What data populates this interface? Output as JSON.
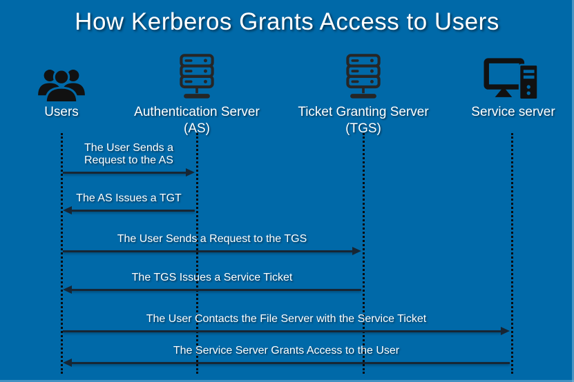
{
  "title": "How Kerberos Grants Access to Users",
  "colors": {
    "background": "#0069a8",
    "arrow": "#172634",
    "icon_black": "#111111",
    "server_icon": "#262626",
    "text": "#ffffff"
  },
  "actors": [
    {
      "label": "Users",
      "icon": "users-group-icon"
    },
    {
      "label": "Authentication Server",
      "sublabel": "(AS)",
      "icon": "server-rack-icon"
    },
    {
      "label": "Ticket Granting Server",
      "sublabel": "(TGS)",
      "icon": "server-rack-icon"
    },
    {
      "label": "Service server",
      "icon": "desktop-computer-icon"
    }
  ],
  "messages": [
    {
      "label_lines": [
        "The User Sends a",
        "Request to the AS"
      ],
      "from": "Users",
      "to": "Authentication Server (AS)",
      "direction": "right"
    },
    {
      "label_lines": [
        "The AS Issues a TGT"
      ],
      "from": "Authentication Server (AS)",
      "to": "Users",
      "direction": "left"
    },
    {
      "label_lines": [
        "The User Sends a Request to the TGS"
      ],
      "from": "Users",
      "to": "Ticket Granting Server (TGS)",
      "direction": "right"
    },
    {
      "label_lines": [
        "The TGS Issues a Service Ticket"
      ],
      "from": "Ticket Granting Server (TGS)",
      "to": "Users",
      "direction": "left"
    },
    {
      "label_lines": [
        "The User Contacts the File Server with the Service Ticket"
      ],
      "from": "Users",
      "to": "Service server",
      "direction": "right"
    },
    {
      "label_lines": [
        "The Service Server Grants Access to the User"
      ],
      "from": "Service server",
      "to": "Users",
      "direction": "left"
    }
  ]
}
